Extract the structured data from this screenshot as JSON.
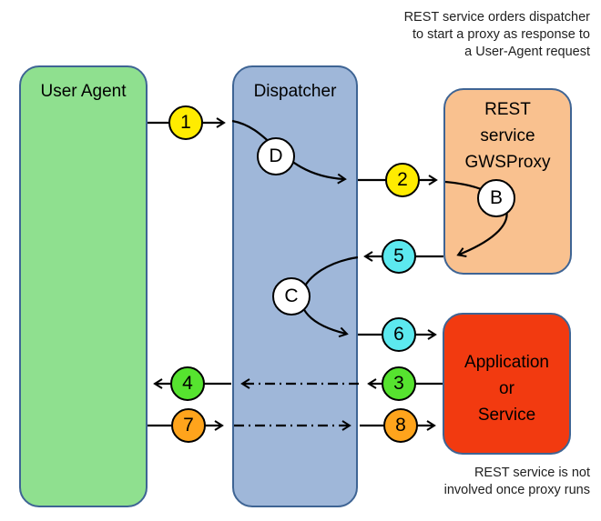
{
  "annotations": {
    "top_line1": "REST service orders dispatcher",
    "top_line2": "to start a proxy as response to",
    "top_line3": "a User-Agent request",
    "bottom_line1": "REST service is not",
    "bottom_line2": "involved once proxy runs"
  },
  "boxes": {
    "user_agent": {
      "label": "User Agent",
      "fill": "#8FE08F"
    },
    "dispatcher": {
      "label": "Dispatcher",
      "fill": "#9FB7D9"
    },
    "rest_service": {
      "line1": "REST",
      "line2": "service",
      "line3": "GWSProxy",
      "fill": "#F9C18F"
    },
    "application": {
      "line1": "Application",
      "line2": "or",
      "line3": "Service",
      "fill": "#F23A10"
    }
  },
  "steps": {
    "s1": {
      "label": "1",
      "color": "#FFEC00"
    },
    "s2": {
      "label": "2",
      "color": "#FFEC00"
    },
    "s3": {
      "label": "3",
      "color": "#56E32F"
    },
    "s4": {
      "label": "4",
      "color": "#56E32F"
    },
    "s5": {
      "label": "5",
      "color": "#5CE9EF"
    },
    "s6": {
      "label": "6",
      "color": "#5CE9EF"
    },
    "s7": {
      "label": "7",
      "color": "#FFA41C"
    },
    "s8": {
      "label": "8",
      "color": "#FFA41C"
    }
  },
  "letters": {
    "b": {
      "label": "B"
    },
    "c": {
      "label": "C"
    },
    "d": {
      "label": "D"
    }
  },
  "colors": {
    "box_border": "#3E6494",
    "line": "#000000",
    "letter_circle_fill": "#FFFFFF",
    "background": "#FFFFFF"
  }
}
